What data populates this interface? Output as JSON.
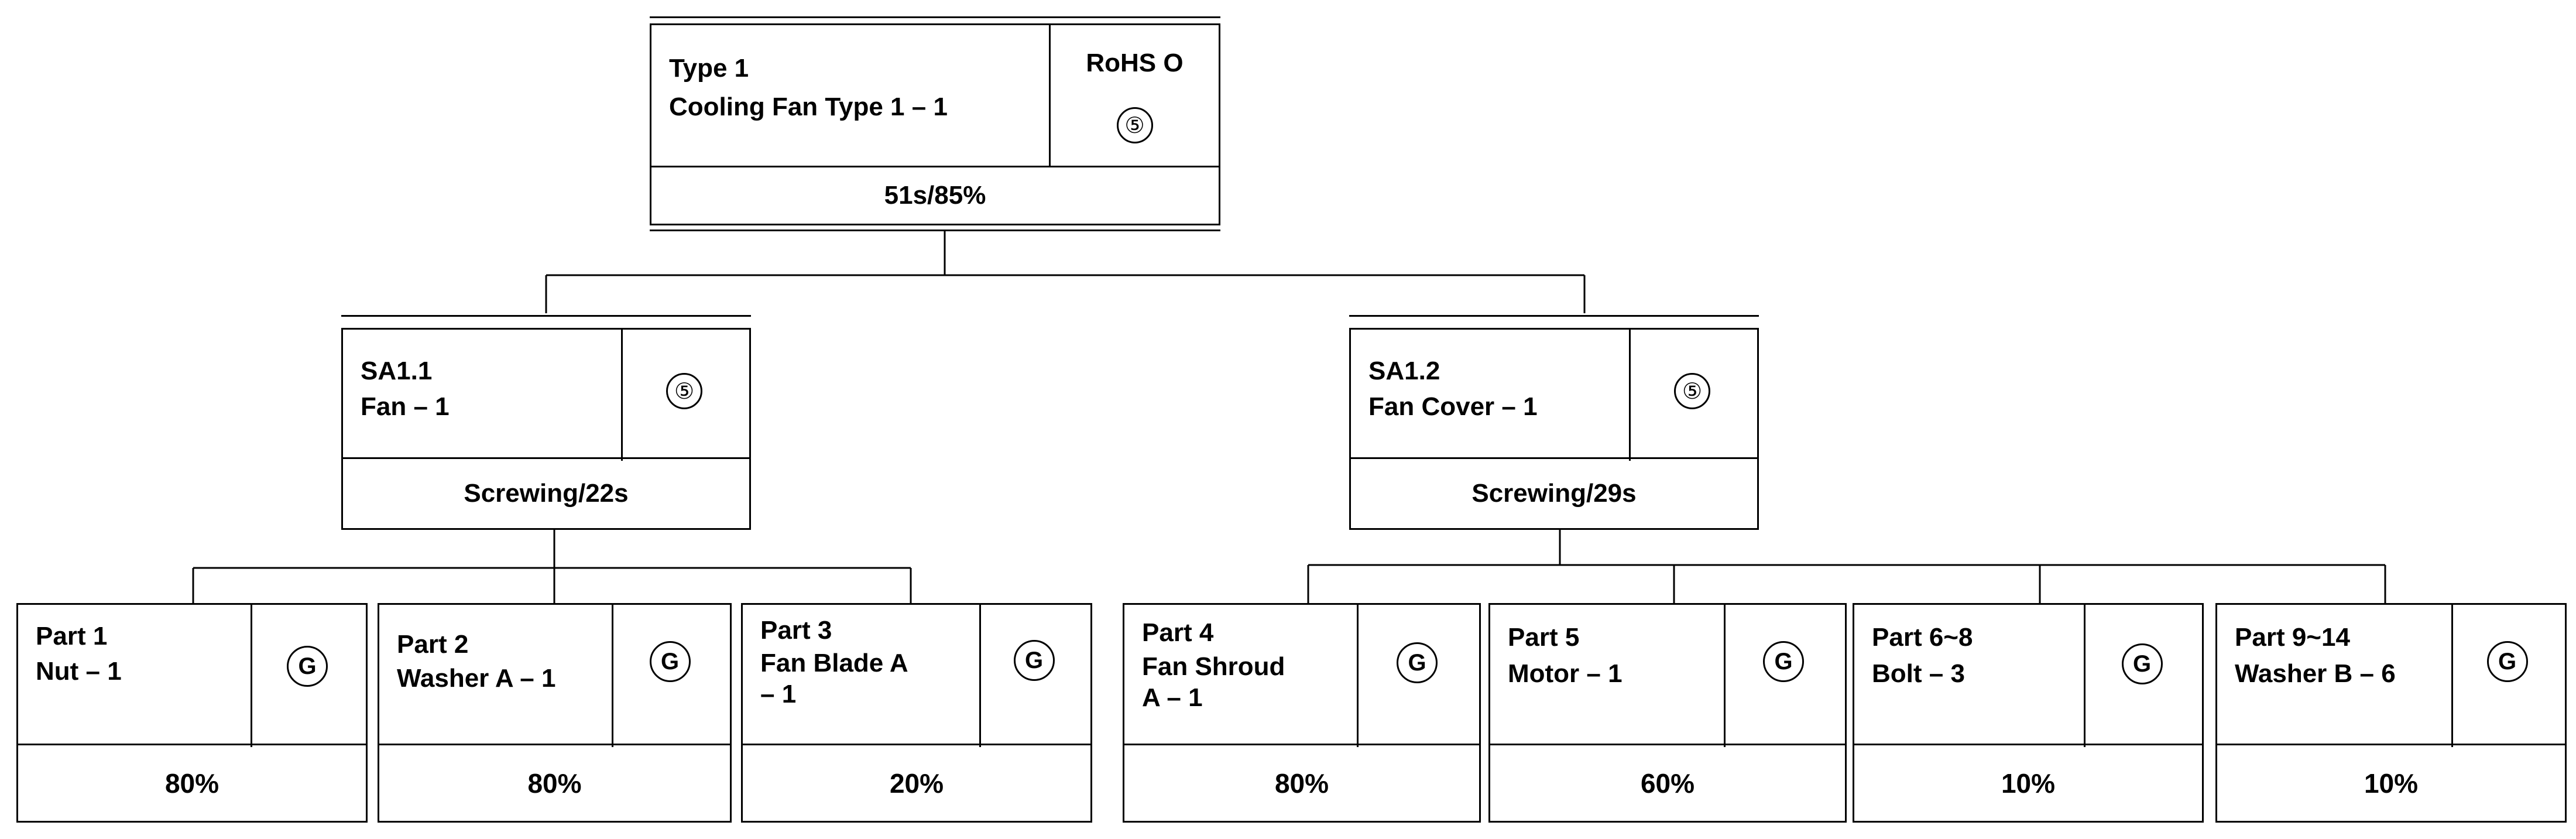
{
  "root": {
    "title": "Type 1",
    "name": "Cooling Fan Type 1 – 1",
    "rohs": "RoHS O",
    "mark": "⑤",
    "footer": "51s/85%"
  },
  "subassemblies": [
    {
      "id": "SA1.1",
      "name": "Fan – 1",
      "mark": "⑤",
      "footer": "Screwing/22s",
      "parts": [
        {
          "id": "Part 1",
          "name": "Nut – 1",
          "grade": "G",
          "footer": "80%"
        },
        {
          "id": "Part 2",
          "name": "Washer A – 1",
          "grade": "G",
          "footer": "80%"
        },
        {
          "id": "Part 3",
          "name": "Fan Blade A\n– 1",
          "grade": "G",
          "footer": "20%"
        }
      ]
    },
    {
      "id": "SA1.2",
      "name": "Fan Cover – 1",
      "mark": "⑤",
      "footer": "Screwing/29s",
      "parts": [
        {
          "id": "Part 4",
          "name": "Fan Shroud\nA – 1",
          "grade": "G",
          "footer": "80%"
        },
        {
          "id": "Part 5",
          "name": "Motor – 1",
          "grade": "G",
          "footer": "60%"
        },
        {
          "id": "Part 6~8",
          "name": "Bolt – 3",
          "grade": "G",
          "footer": "10%"
        },
        {
          "id": "Part 9~14",
          "name": "Washer B – 6",
          "grade": "G",
          "footer": "10%"
        }
      ]
    }
  ]
}
